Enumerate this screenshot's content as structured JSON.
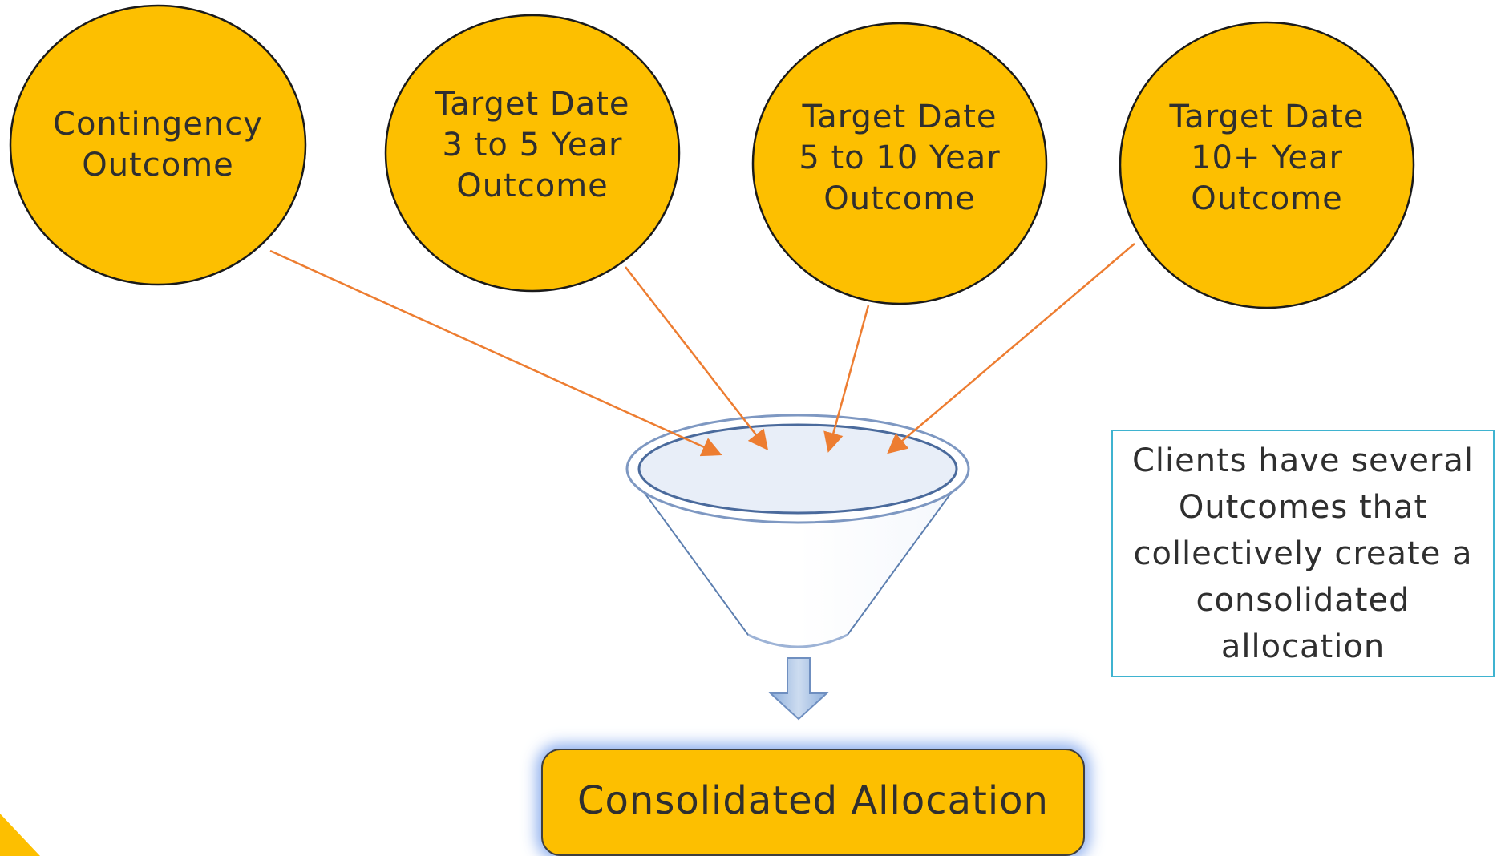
{
  "outcomes": [
    {
      "label": "Contingency\nOutcome"
    },
    {
      "label": "Target Date\n3 to 5 Year\nOutcome"
    },
    {
      "label": "Target Date\n5 to 10 Year\nOutcome"
    },
    {
      "label": "Target Date\n10+ Year\nOutcome"
    }
  ],
  "result": {
    "label": "Consolidated Allocation"
  },
  "note": {
    "text": "Clients have several Outcomes that collectively create a consolidated allocation"
  },
  "colors": {
    "circle_fill": "#fdbf00",
    "arrow": "#ed7d31",
    "note_border": "#3fb3d0",
    "funnel_fill": "#e8eef8",
    "funnel_stroke": "#5d7fb0"
  }
}
